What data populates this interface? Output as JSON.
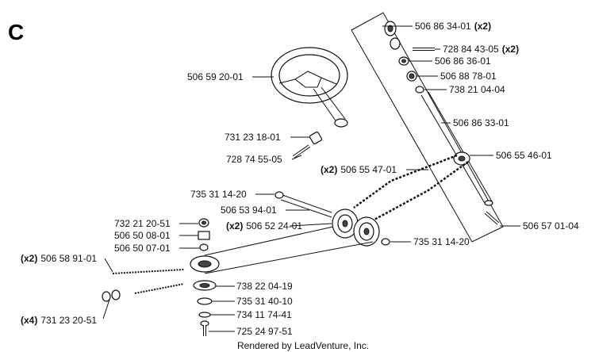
{
  "section_letter": "C",
  "footer": "Rendered by LeadVenture, Inc.",
  "labels": [
    {
      "id": "p1",
      "qty": "",
      "part": "506 59 20-01"
    },
    {
      "id": "p2",
      "qty": "(x2)",
      "part": "506 86 34-01"
    },
    {
      "id": "p3",
      "qty": "(x2)",
      "part": "728 84 43-05"
    },
    {
      "id": "p4",
      "qty": "",
      "part": "506 86 36-01"
    },
    {
      "id": "p5",
      "qty": "",
      "part": "506 88 78-01"
    },
    {
      "id": "p6",
      "qty": "",
      "part": "738 21 04-04"
    },
    {
      "id": "p7",
      "qty": "",
      "part": "506 86 33-01"
    },
    {
      "id": "p8",
      "qty": "",
      "part": "731 23 18-01"
    },
    {
      "id": "p9",
      "qty": "",
      "part": "728 74 55-05"
    },
    {
      "id": "p10",
      "qty": "",
      "part": "506 55 46-01"
    },
    {
      "id": "p11",
      "qty": "(x2)",
      "part": "506 55 47-01"
    },
    {
      "id": "p12",
      "qty": "",
      "part": "735 31 14-20"
    },
    {
      "id": "p13",
      "qty": "",
      "part": "506 53 94-01"
    },
    {
      "id": "p14",
      "qty": "",
      "part": "732 21 20-51"
    },
    {
      "id": "p15",
      "qty": "(x2)",
      "part": "506 52 24-01"
    },
    {
      "id": "p16",
      "qty": "",
      "part": "506 57 01-04"
    },
    {
      "id": "p17",
      "qty": "",
      "part": "506 50 08-01"
    },
    {
      "id": "p18",
      "qty": "",
      "part": "735 31 14-20"
    },
    {
      "id": "p19",
      "qty": "",
      "part": "506 50 07-01"
    },
    {
      "id": "p20",
      "qty": "(x2)",
      "part": "506 58 91-01"
    },
    {
      "id": "p21",
      "qty": "",
      "part": "738 22 04-19"
    },
    {
      "id": "p22",
      "qty": "",
      "part": "735 31 40-10"
    },
    {
      "id": "p23",
      "qty": "",
      "part": "734 11 74-41"
    },
    {
      "id": "p24",
      "qty": "(x4)",
      "part": "731 23 20-51"
    },
    {
      "id": "p25",
      "qty": "",
      "part": "725 24 97-51"
    }
  ]
}
